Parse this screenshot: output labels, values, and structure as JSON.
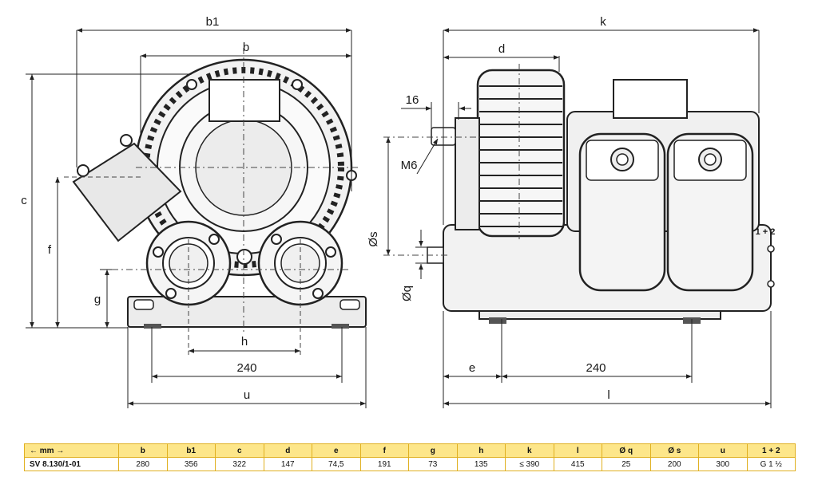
{
  "front_view": {
    "labels": {
      "b1": "b1",
      "b": "b",
      "c": "c",
      "f": "f",
      "g": "g",
      "h": "h",
      "w240": "240",
      "u": "u"
    }
  },
  "side_view": {
    "labels": {
      "k": "k",
      "d": "d",
      "d16": "16",
      "m6": "M6",
      "os": "Øs",
      "oq": "Øq",
      "e": "e",
      "w240": "240",
      "l": "l",
      "ports": "1 + 2"
    }
  },
  "table": {
    "headers": [
      "← mm →",
      "b",
      "b1",
      "c",
      "d",
      "e",
      "f",
      "g",
      "h",
      "k",
      "l",
      "Ø q",
      "Ø s",
      "u",
      "1 + 2"
    ],
    "rows": [
      [
        "SV 8.130/1-01",
        "280",
        "356",
        "322",
        "147",
        "74,5",
        "191",
        "73",
        "135",
        "≤ 390",
        "415",
        "25",
        "200",
        "300",
        "G 1 ½"
      ]
    ]
  }
}
